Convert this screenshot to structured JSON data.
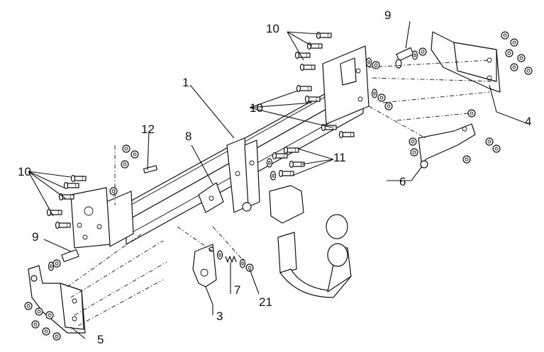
{
  "labels": {
    "l1": "1",
    "l3": "3",
    "l4": "4",
    "l5": "5",
    "l6": "6",
    "l7": "7",
    "l8": "8",
    "l9a": "9",
    "l9b": "9",
    "l10a": "10",
    "l10b": "10",
    "l10c": "10",
    "l11": "11",
    "l12": "12",
    "l21": "21"
  },
  "colors": {
    "line": "#111111",
    "background": "#ffffff"
  }
}
